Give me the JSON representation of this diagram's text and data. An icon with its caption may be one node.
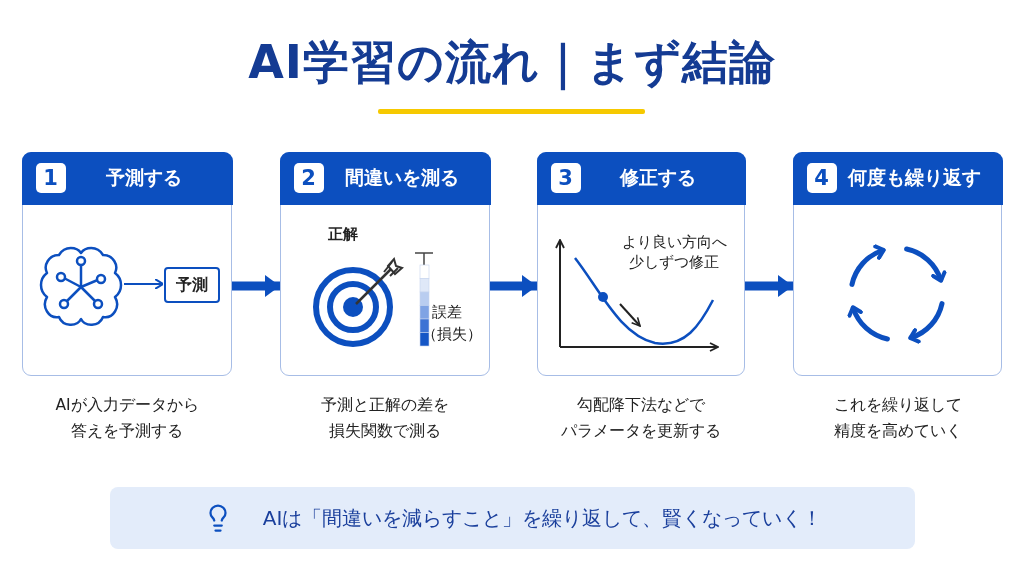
{
  "diagram": {
    "title": "AI学習の流れ｜まず結論",
    "nodes": [
      {
        "text": [
          "1",
          "予測する"
        ],
        "beside": [
          "AIが入力データから答えを予測する"
        ]
      },
      {
        "text": [],
        "shape": "picture",
        "in": 0
      },
      {
        "text": [
          "予測"
        ],
        "in": 0
      },
      {
        "text": [
          "2",
          "間違いを測る"
        ],
        "beside": [
          "予測と正解の差を損失関数で測る"
        ]
      },
      {
        "text": [
          "3",
          "修正する"
        ],
        "beside": [
          "勾配降下法などでパラメータを更新する"
        ]
      },
      {
        "text": [
          "4",
          "何度も繰り返す"
        ],
        "beside": [
          "これを繰り返して精度を高めていく"
        ]
      },
      {
        "text": [
          "AIは「間違いを減らすこと」を繰り返して、賢くなっていく！"
        ]
      }
    ],
    "edges": [
      {
        "from": 1,
        "to": 2,
        "arrow": "to"
      },
      {
        "from": 0,
        "to": 3,
        "arrow": "to"
      },
      {
        "from": 3,
        "to": 4,
        "arrow": "to"
      },
      {
        "from": 4,
        "to": 5,
        "arrow": "to"
      }
    ],
    "labels": [
      "正解",
      "誤差",
      "（損失）",
      "より良い方向へ少しずつ修正"
    ]
  }
}
